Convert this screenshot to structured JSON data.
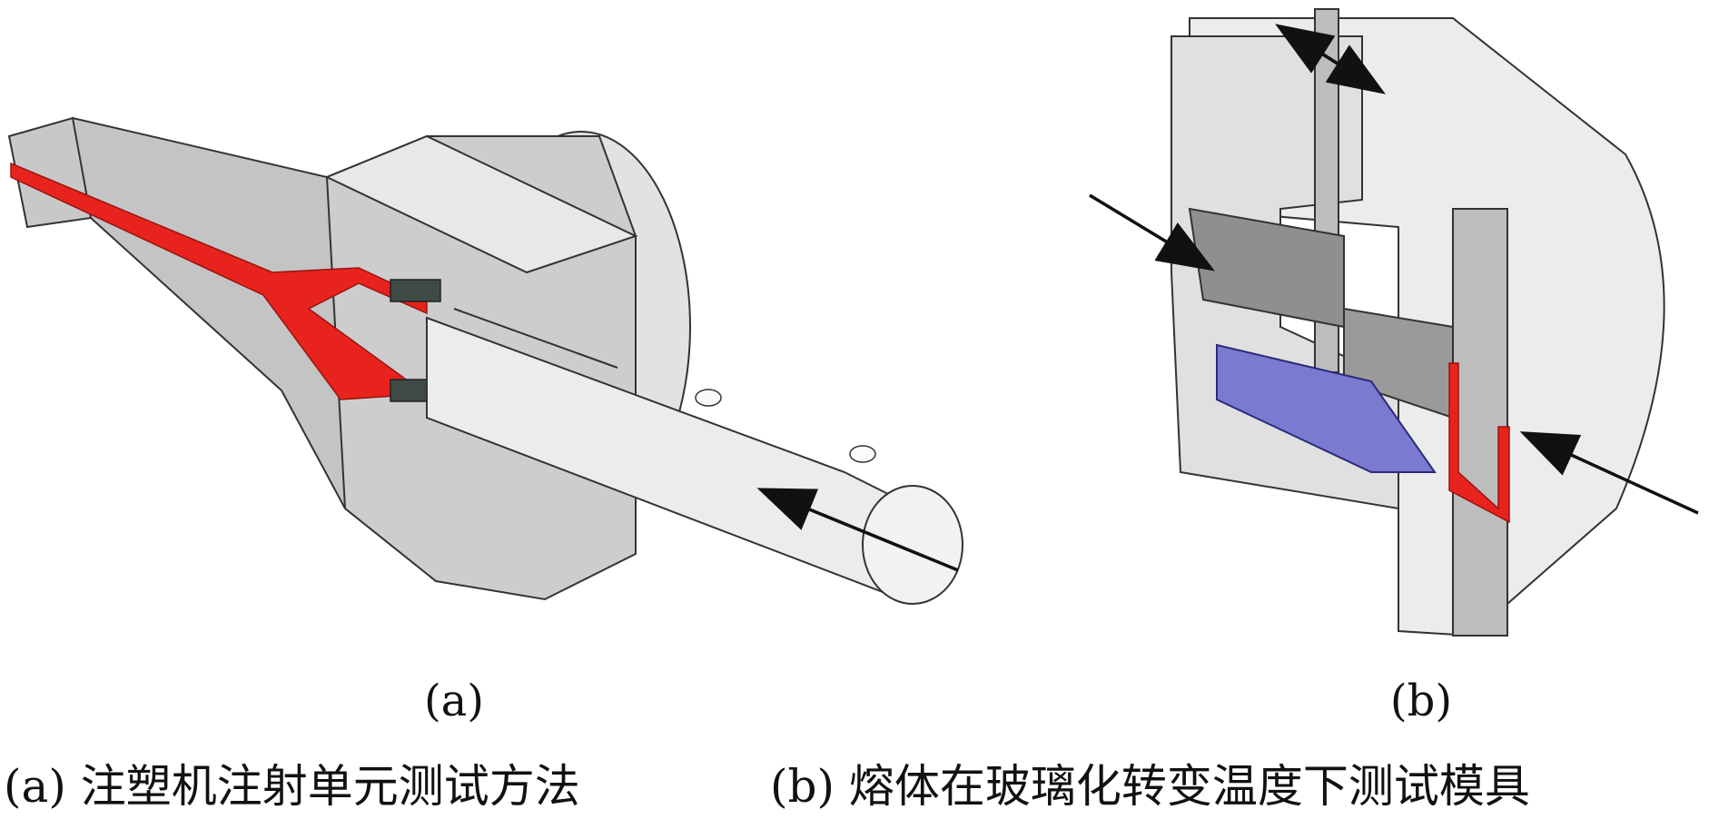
{
  "figure": {
    "panel_a": {
      "sublabel": "(a)"
    },
    "panel_b": {
      "sublabel": "(b)"
    }
  },
  "caption": {
    "part_a": "(a) 注塑机注射单元测试方法",
    "part_b": "(b) 熔体在玻璃化转变温度下测试模具"
  },
  "colors": {
    "melt_channel": "#e8231e",
    "body_light": "#e6e6e6",
    "body_mid": "#c9c9c9",
    "body_dark": "#9a9a9a",
    "insert_blue": "#7a7ad0",
    "seal_dark": "#3f4a45",
    "arrow": "#111111"
  }
}
